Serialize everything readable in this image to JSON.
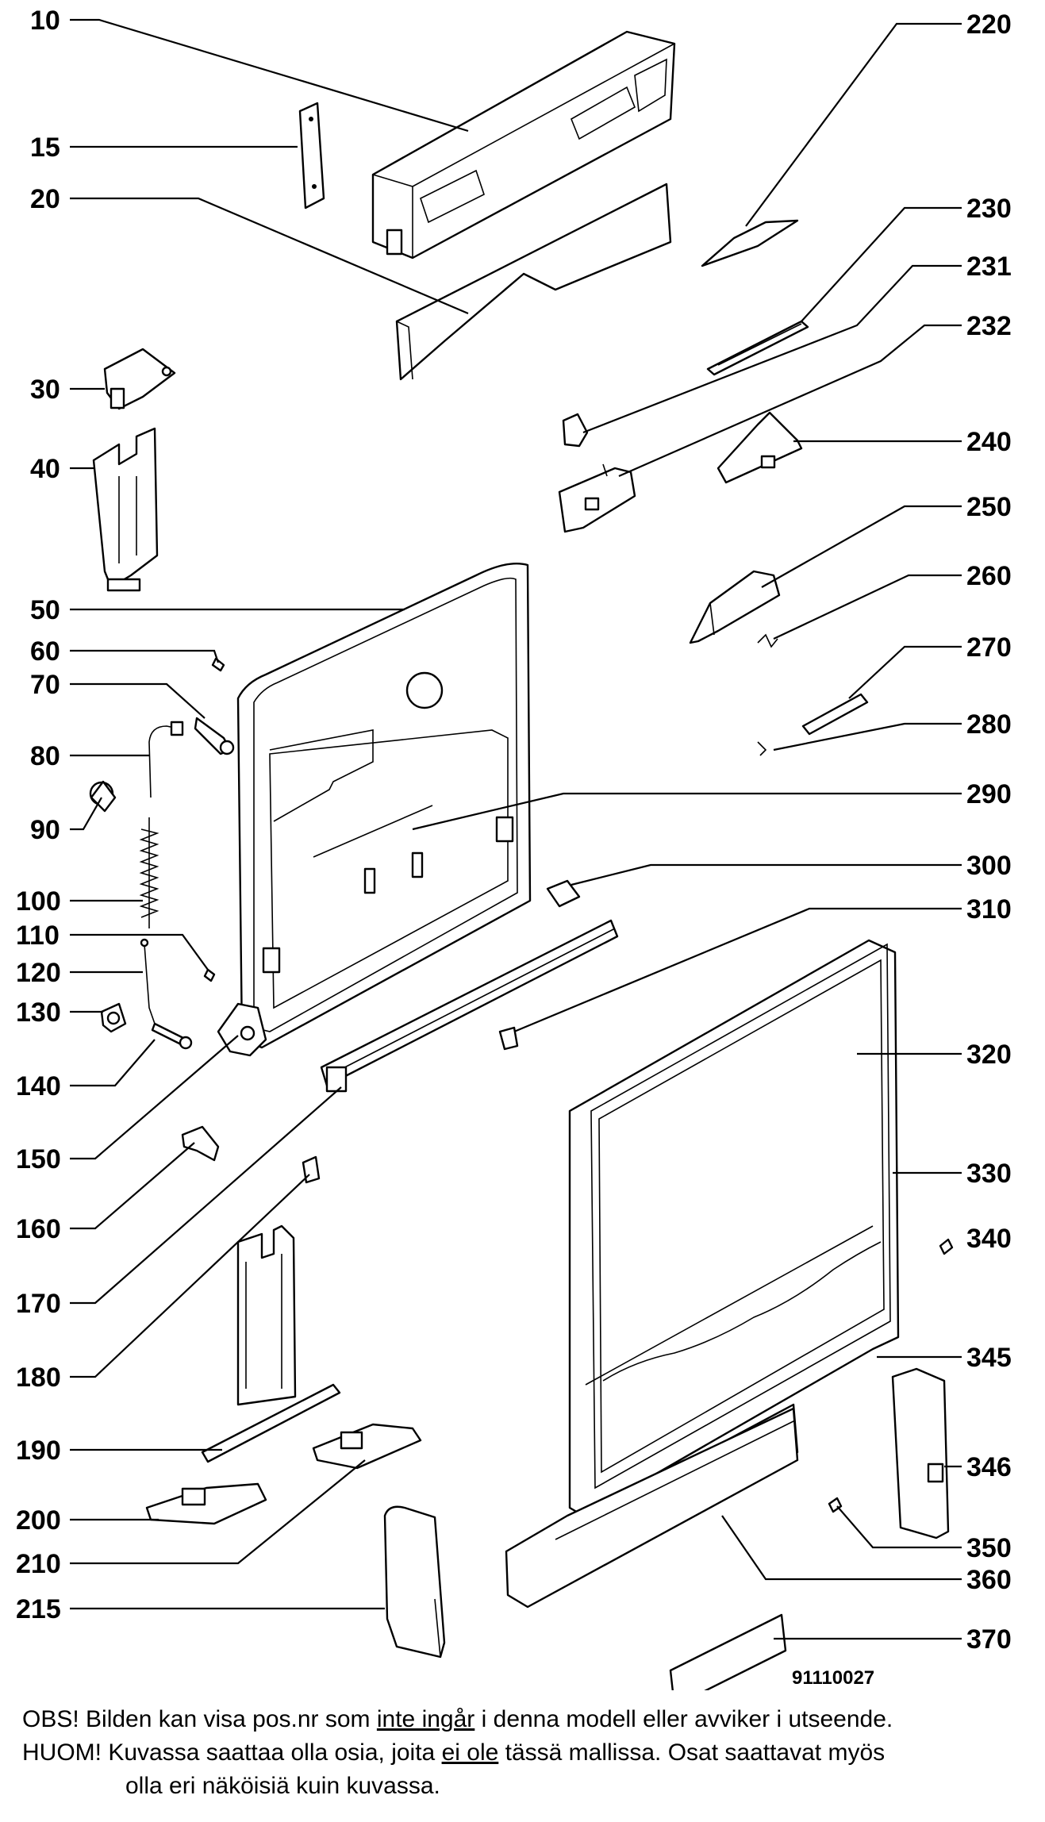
{
  "diagram_code": "91110027",
  "callouts": {
    "l10": "10",
    "l15": "15",
    "l20": "20",
    "l30": "30",
    "l40": "40",
    "l50": "50",
    "l60": "60",
    "l70": "70",
    "l80": "80",
    "l90": "90",
    "l100": "100",
    "l110": "110",
    "l120": "120",
    "l130": "130",
    "l140": "140",
    "l150": "150",
    "l160": "160",
    "l170": "170",
    "l180": "180",
    "l190": "190",
    "l200": "200",
    "l210": "210",
    "l215": "215",
    "l220": "220",
    "l230": "230",
    "l231": "231",
    "l232": "232",
    "l240": "240",
    "l250": "250",
    "l260": "260",
    "l270": "270",
    "l280": "280",
    "l290": "290",
    "l300": "300",
    "l310": "310",
    "l320": "320",
    "l330": "330",
    "l340": "340",
    "l345": "345",
    "l346": "346",
    "l350": "350",
    "l360": "360",
    "l370": "370"
  },
  "notes": {
    "swedish": {
      "pre": "OBS! Bilden kan visa pos.nr som ",
      "emph": "inte ingår",
      "post": " i denna modell eller avviker i utseende."
    },
    "finnish": {
      "pre": "HUOM! Kuvassa saattaa olla osia, joita ",
      "emph": "ei ole",
      "post": " tässä mallissa. Osat saattavat myös",
      "line2": "olla eri näköisiä kuin kuvassa."
    }
  }
}
